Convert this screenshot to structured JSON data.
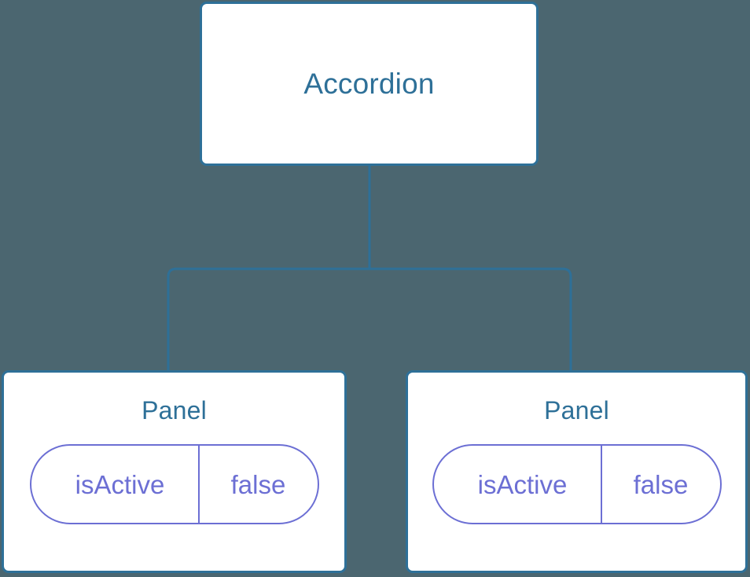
{
  "diagram": {
    "type": "component-tree",
    "background_color": "#4b6670",
    "node_border_color": "#2e7098",
    "node_fill_color": "#ffffff",
    "node_text_color": "#2e7098",
    "prop_border_color": "#6c6fd4",
    "prop_text_color": "#6c6fd4",
    "connector_color": "#2e7098",
    "root": {
      "label": "Accordion"
    },
    "children": [
      {
        "label": "Panel",
        "props": [
          {
            "key": "isActive",
            "value": "false"
          }
        ]
      },
      {
        "label": "Panel",
        "props": [
          {
            "key": "isActive",
            "value": "false"
          }
        ]
      }
    ]
  }
}
